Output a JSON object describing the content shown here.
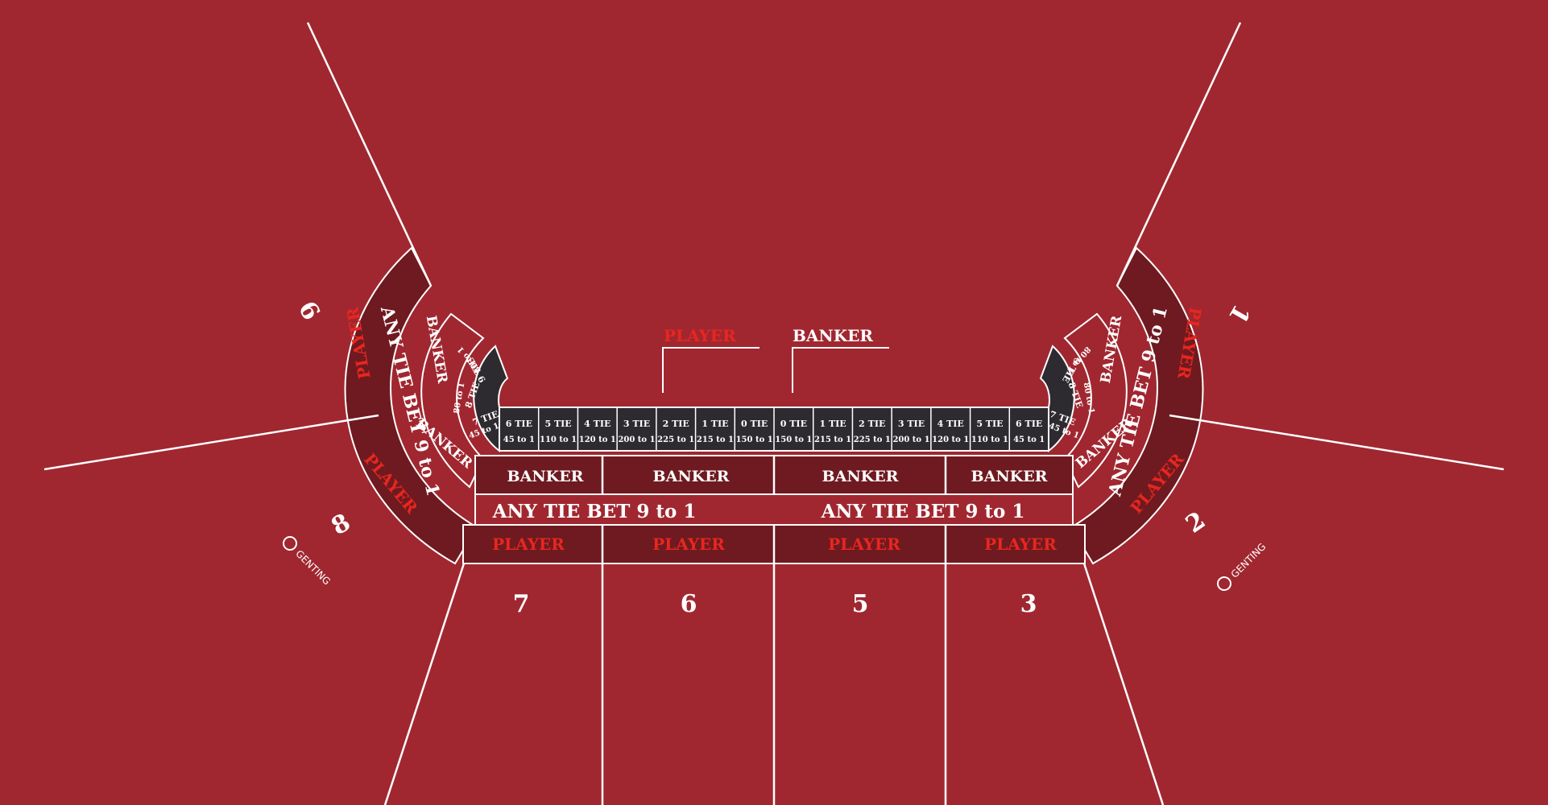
{
  "colors": {
    "felt": "#a02730",
    "band": "#6e1a20",
    "tie_cells": "#2e2b30",
    "line": "#ffffff",
    "player_text": "#e8261f",
    "text": "#ffffff"
  },
  "labels": {
    "player": "PLAYER",
    "banker": "BANKER",
    "any_tie": "ANY TIE BET 9 to 1",
    "brand": "GENTING"
  },
  "seats": [
    "1",
    "2",
    "3",
    "5",
    "6",
    "7",
    "8",
    "9"
  ],
  "tie_bets": [
    {
      "label": "6 TIE",
      "payout": "45 to 1"
    },
    {
      "label": "5 TIE",
      "payout": "110 to 1"
    },
    {
      "label": "4 TIE",
      "payout": "120 to 1"
    },
    {
      "label": "3 TIE",
      "payout": "200 to 1"
    },
    {
      "label": "2 TIE",
      "payout": "225 to 1"
    },
    {
      "label": "1 TIE",
      "payout": "215 to 1"
    },
    {
      "label": "0 TIE",
      "payout": "150 to 1"
    },
    {
      "label": "0 TIE",
      "payout": "150 to 1"
    },
    {
      "label": "1 TIE",
      "payout": "215 to 1"
    },
    {
      "label": "2 TIE",
      "payout": "225 to 1"
    },
    {
      "label": "3 TIE",
      "payout": "200 to 1"
    },
    {
      "label": "4 TIE",
      "payout": "120 to 1"
    },
    {
      "label": "5 TIE",
      "payout": "110 to 1"
    },
    {
      "label": "6 TIE",
      "payout": "45 to 1"
    }
  ],
  "curve_ties": [
    {
      "label": "7 TIE",
      "payout": "45 to 1"
    },
    {
      "label": "8 TIE",
      "payout": "80 to 1"
    },
    {
      "label": "9 TIE",
      "payout": "80 to 1"
    }
  ]
}
